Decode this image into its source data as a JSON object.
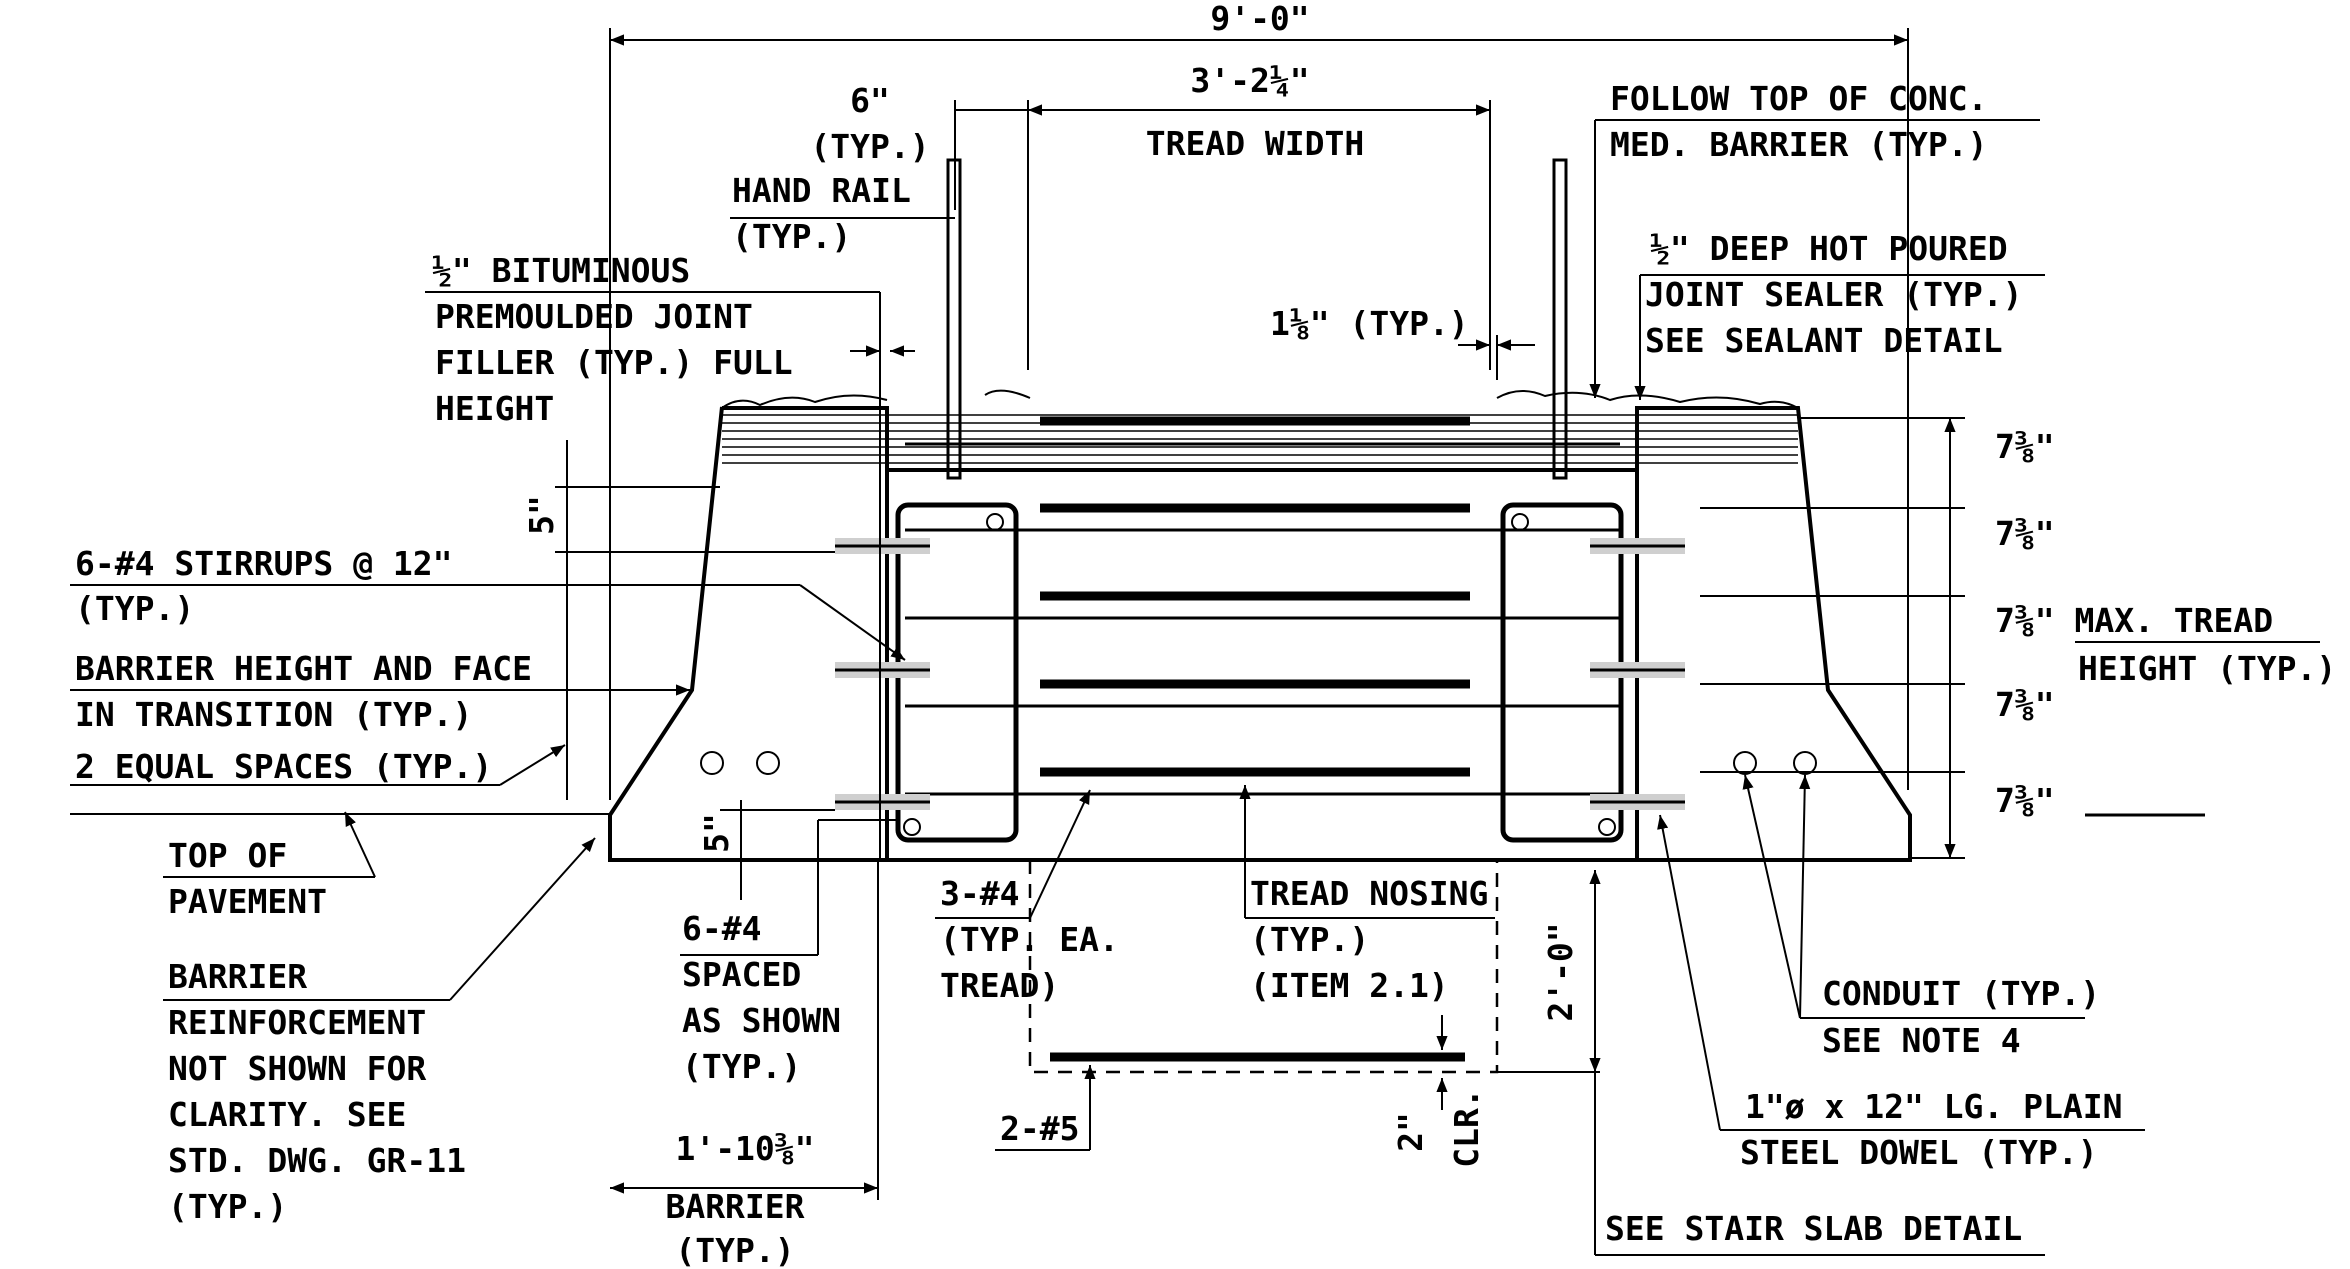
{
  "dimensions": {
    "overall_width": "9'-0\"",
    "tread_width_value": "3'-2¼\"",
    "tread_width_label": "TREAD WIDTH",
    "handrail_offset": "6\"",
    "handrail_offset_note": "(TYP.)",
    "gap_typ": "1⅛\" (TYP.)",
    "barrier_width": "1'-10⅜\"",
    "barrier_label_1": "BARRIER",
    "barrier_label_2": "(TYP.)",
    "upper_spacing": "5\"",
    "lower_spacing": "5\"",
    "tread_heights": [
      "7⅜\"",
      "7⅜\"",
      "7⅜\" MAX. TREAD",
      "7⅜\"",
      "7⅜\""
    ],
    "tread_height_note": "HEIGHT (TYP.)",
    "slab_depth": "2'-0\"",
    "clearance_value": "2\"",
    "clearance_label": "CLR."
  },
  "callouts": {
    "hand_rail": [
      "HAND RAIL",
      "(TYP.)"
    ],
    "joint_filler": [
      "½\" BITUMINOUS",
      "PREMOULDED JOINT",
      "FILLER (TYP.) FULL",
      "HEIGHT"
    ],
    "follow_top": [
      "FOLLOW TOP OF CONC.",
      "MED. BARRIER (TYP.)"
    ],
    "joint_sealer": [
      "½\" DEEP HOT POURED",
      "JOINT SEALER (TYP.)",
      "SEE SEALANT DETAIL"
    ],
    "stirrups": [
      "6-#4 STIRRUPS @ 12\"",
      "(TYP.)"
    ],
    "barrier_height": [
      "BARRIER HEIGHT AND FACE",
      "IN TRANSITION (TYP.)"
    ],
    "equal_spaces": [
      "2 EQUAL SPACES (TYP.)"
    ],
    "top_pavement": [
      "TOP OF",
      "PAVEMENT"
    ],
    "barrier_reinf": [
      "BARRIER",
      "REINFORCEMENT",
      "NOT SHOWN FOR",
      "CLARITY. SEE",
      "STD. DWG. GR-11",
      "(TYP.)"
    ],
    "spaced_bars": [
      "6-#4",
      "SPACED",
      "AS SHOWN",
      "(TYP.)"
    ],
    "tread_bars": [
      "3-#4",
      "(TYP. EA.",
      "TREAD)"
    ],
    "tread_nosing": [
      "TREAD NOSING",
      "(TYP.)",
      "(ITEM 2.1)"
    ],
    "slab_bars": [
      "2-#5"
    ],
    "conduit": [
      "CONDUIT (TYP.)",
      "SEE NOTE 4"
    ],
    "dowel": [
      "1\"ø x 12\" LG. PLAIN",
      "STEEL DOWEL (TYP.)"
    ],
    "stair_slab": [
      "SEE STAIR SLAB DETAIL"
    ]
  }
}
